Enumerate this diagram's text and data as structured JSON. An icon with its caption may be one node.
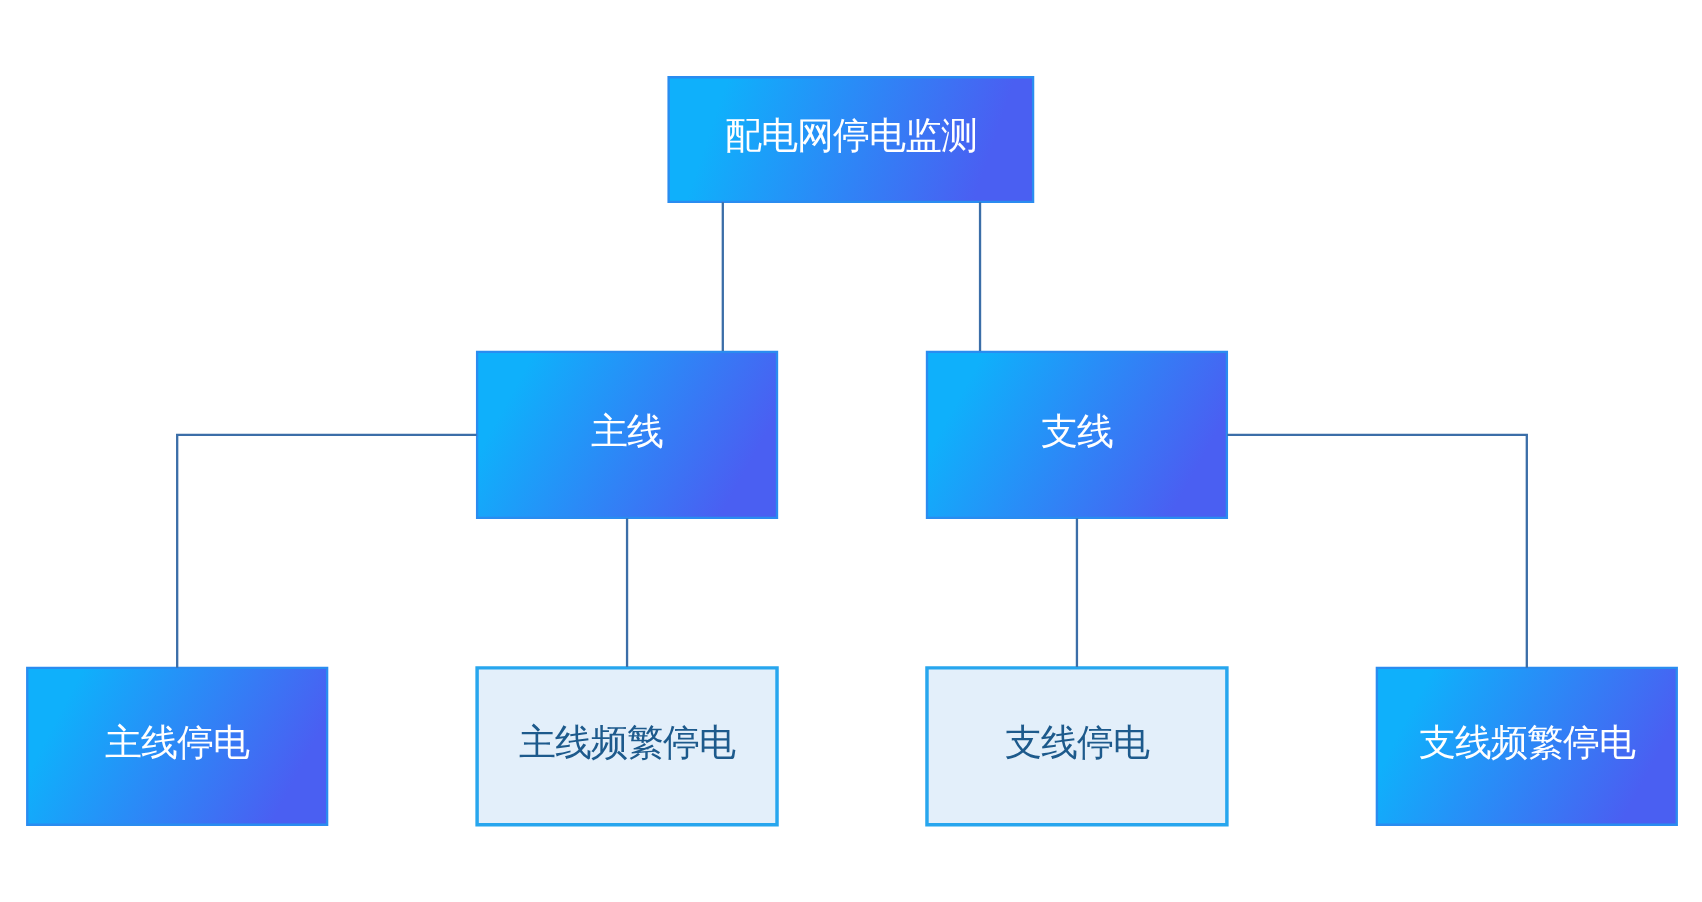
{
  "diagram": {
    "nodes": [
      {
        "text": [
          "配电网停电监测"
        ]
      },
      {
        "text": [
          "主线"
        ]
      },
      {
        "text": [
          "支线"
        ]
      },
      {
        "text": [
          "主线停电"
        ]
      },
      {
        "text": [
          "主线频繁停电"
        ]
      },
      {
        "text": [
          "支线停电"
        ]
      },
      {
        "text": [
          "支线频繁停电"
        ]
      }
    ],
    "edges": [
      {
        "from": 0,
        "to": 1,
        "arrow": "none"
      },
      {
        "from": 0,
        "to": 2,
        "arrow": "none"
      },
      {
        "from": 1,
        "to": 3,
        "arrow": "none"
      },
      {
        "from": 1,
        "to": 4,
        "arrow": "none"
      },
      {
        "from": 2,
        "to": 5,
        "arrow": "none"
      },
      {
        "from": 2,
        "to": 6,
        "arrow": "none"
      }
    ]
  }
}
